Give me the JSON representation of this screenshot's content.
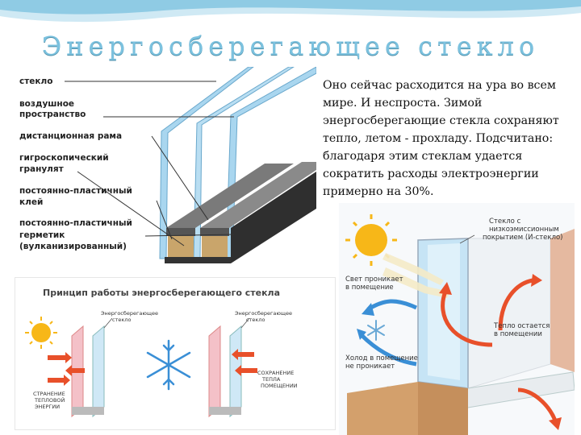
{
  "title": "Энергосберегающее стекло",
  "body_text": "Оно сейчас расходится на ура во всем мире. И неспроста. Зимой энергосберегающие стекла сохраняют тепло, летом - прохладу. Подсчитано: благодаря этим стеклам удается сократить расходы электроэнергии примерно на 30%.",
  "window_diagram": {
    "labels": [
      "стекло",
      "воздушное",
      "пространство",
      "дистанционная рама",
      "гигроскопический",
      "гранулят",
      "постоянно-пластичный",
      "клей",
      "постоянно-пластичный",
      "герметик",
      "(вулканизированный)"
    ]
  },
  "principle_diagram": {
    "title": "Принцип работы энергосберегающего стекла",
    "left_glass_label": [
      "Энергосберегающее",
      "стекло"
    ],
    "right_glass_label": [
      "Энергосберегающее",
      "стекло"
    ],
    "left_note": [
      "СТРАНЕНИЕ",
      "ТЕПЛОВОЙ",
      "ЭНЕРГИИ"
    ],
    "right_note": [
      "СОХРАНЕНИЕ",
      "ТЕПЛА",
      "ПОМЕЩЕНИИ"
    ]
  },
  "room_diagram": {
    "glass_label": [
      "Стекло с",
      "низкоэмиссионным",
      "покрытием (И-стекло)"
    ],
    "light_label": [
      "Свет проникает",
      "в помещение"
    ],
    "heat_label": [
      "Тепло остается",
      "в помещении"
    ],
    "cold_label": [
      "Холод в помещение",
      "не проникает"
    ]
  },
  "colors": {
    "title": "#7cc2df",
    "glass": "#a9d6ef",
    "frame": "#3a3a3a",
    "arrow_warm": "#e8502a",
    "arrow_cold": "#3a8fd6",
    "sun": "#f7b718"
  }
}
